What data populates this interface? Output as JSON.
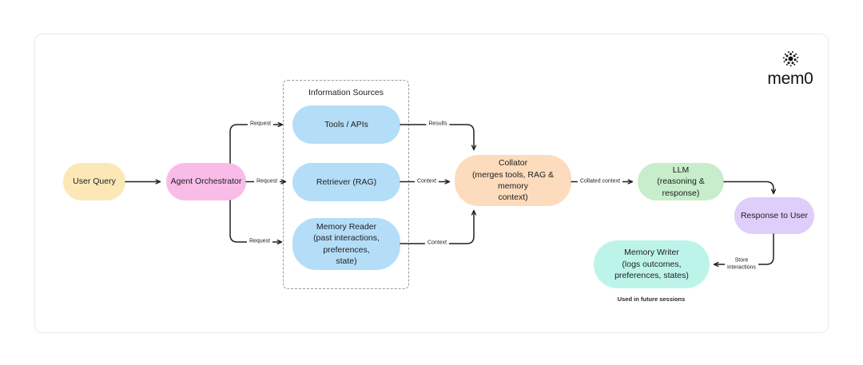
{
  "logo": {
    "icon": "dotted-sphere-icon",
    "wordmark": "mem0"
  },
  "group": {
    "label": "Information Sources"
  },
  "nodes": {
    "user_query": {
      "title": "User Query",
      "color": "#FBE8B6"
    },
    "agent_orchestrator": {
      "title": "Agent Orchestrator",
      "color": "#F9BCE8"
    },
    "tools_apis": {
      "title": "Tools / APIs",
      "color": "#B4DDF8"
    },
    "retriever": {
      "title": "Retriever (RAG)",
      "color": "#B4DDF8"
    },
    "memory_reader": {
      "title": "Memory Reader",
      "subtitle": "(past interactions, preferences,\nstate)",
      "color": "#B4DDF8"
    },
    "collator": {
      "title": "Collator",
      "subtitle": "(merges tools, RAG & memory\ncontext)",
      "color": "#FCDCBC"
    },
    "llm": {
      "title": "LLM",
      "subtitle": "(reasoning & response)",
      "color": "#C7EDCB"
    },
    "response_to_user": {
      "title": "Response to User",
      "color": "#DECEF9"
    },
    "memory_writer": {
      "title": "Memory Writer",
      "subtitle": "(logs outcomes,\npreferences, states)",
      "color": "#BDF4EA"
    }
  },
  "edges": {
    "request_top": "Request",
    "request_middle": "Request",
    "request_bottom": "Request",
    "results": "Results",
    "context_middle": "Context",
    "context_bottom": "Context",
    "collated_context": "Collated context",
    "store_interactions": "Store\ninteractions"
  },
  "footnote": "Used in future sessions"
}
